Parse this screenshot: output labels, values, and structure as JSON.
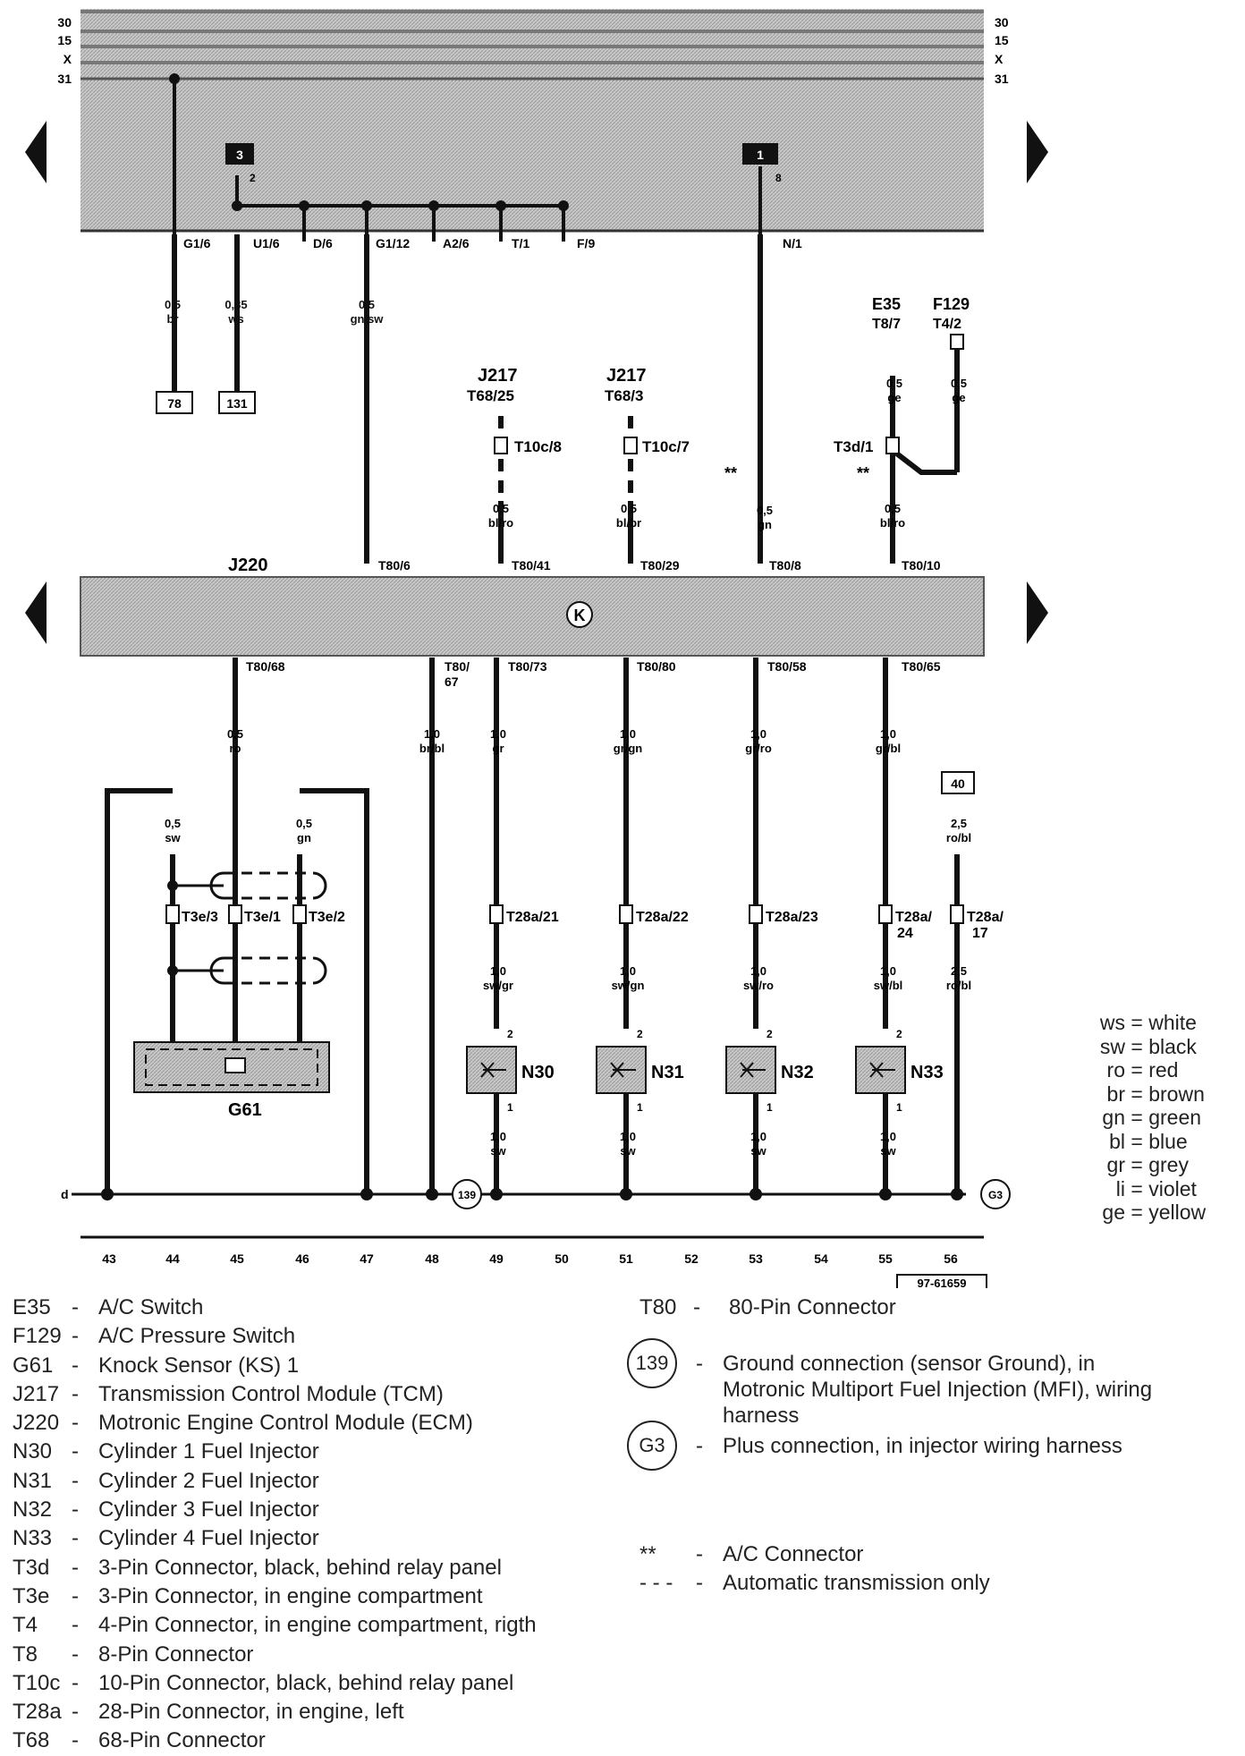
{
  "rails": {
    "r30": "30",
    "r15": "15",
    "rX": "X",
    "r31": "31"
  },
  "fuses": {
    "fuse3": "3",
    "fuse1": "1",
    "fuse3_pin": "2",
    "fuse1_pin": "8"
  },
  "relay_terminals": [
    "G1/6",
    "U1/6",
    "D/6",
    "G1/12",
    "A2/6",
    "T/1",
    "F/9",
    "N/1"
  ],
  "top_wires": [
    {
      "size": "0,5",
      "color": "br",
      "target": "78"
    },
    {
      "size": "0,35",
      "color": "ws",
      "target": "131"
    },
    {
      "size": "0,5",
      "color": "gn/sw"
    }
  ],
  "modules": {
    "j220": "J220",
    "j217a": "J217",
    "j217b": "J217",
    "t68_25": "T68/25",
    "t68_3": "T68/3",
    "t10c_8": "T10c/8",
    "t10c_7": "T10c/7",
    "e35": "E35",
    "t8_7": "T8/7",
    "f129": "F129",
    "t4_2": "T4/2",
    "t3d_1": "T3d/1",
    "stars1": "**",
    "stars2": "**"
  },
  "mid_wires": [
    {
      "size": "0,5",
      "color": "bl/ro"
    },
    {
      "size": "0,5",
      "color": "bl/br"
    },
    {
      "size": "0,5",
      "color": "gn"
    },
    {
      "size": "0,5",
      "color": "bl/ro"
    },
    {
      "size": "0,5",
      "color": "ge"
    },
    {
      "size": "0,5",
      "color": "ge"
    }
  ],
  "ecm_pins_top": [
    "T80/6",
    "T80/41",
    "T80/29",
    "T80/8",
    "T80/10"
  ],
  "ecm_pins_bottom": [
    "T80/68",
    "T80/",
    "67",
    "T80/73",
    "T80/80",
    "T80/58",
    "T80/65"
  ],
  "low_wires": [
    {
      "size": "0,5",
      "color": "ro"
    },
    {
      "size": "1,0",
      "color": "br/bl"
    },
    {
      "size": "1,0",
      "color": "gr"
    },
    {
      "size": "1,0",
      "color": "gr/gn"
    },
    {
      "size": "1,0",
      "color": "gr/ro"
    },
    {
      "size": "1,0",
      "color": "gr/bl"
    },
    {
      "size": "0,5",
      "color": "sw"
    },
    {
      "size": "0,5",
      "color": "gn"
    },
    {
      "size": "2,5",
      "color": "ro/bl"
    }
  ],
  "box40": "40",
  "t3e": [
    "T3e/3",
    "T3e/1",
    "T3e/2"
  ],
  "t28a": [
    "T28a/21",
    "T28a/22",
    "T28a/23",
    "T28a/",
    "24",
    "T28a/",
    "17"
  ],
  "inj_wires": [
    {
      "size": "1,0",
      "color": "sw/gr"
    },
    {
      "size": "1,0",
      "color": "sw/gn"
    },
    {
      "size": "1,0",
      "color": "sw/ro"
    },
    {
      "size": "1,0",
      "color": "sw/bl"
    },
    {
      "size": "2,5",
      "color": "ro/bl"
    }
  ],
  "injectors": [
    "N30",
    "N31",
    "N32",
    "N33"
  ],
  "inj_pins": {
    "p2": "2",
    "p1": "1"
  },
  "gnd_wires": [
    {
      "size": "1,0",
      "color": "sw"
    },
    {
      "size": "1,0",
      "color": "sw"
    },
    {
      "size": "1,0",
      "color": "sw"
    },
    {
      "size": "1,0",
      "color": "sw"
    }
  ],
  "sensor": "G61",
  "ecm_symbol": "K",
  "ground_d": "d",
  "conn139": "139",
  "connG3": "G3",
  "columns": [
    "43",
    "44",
    "45",
    "46",
    "47",
    "48",
    "49",
    "50",
    "51",
    "52",
    "53",
    "54",
    "55",
    "56"
  ],
  "figure_id": "97-61659",
  "colors": {
    "ws": "white",
    "sw": "black",
    "ro": "red",
    "br": "brown",
    "gn": "green",
    "bl": "blue",
    "gr": "grey",
    "li": "violet",
    "ge": "yellow"
  },
  "legend_left": [
    {
      "code": "E35",
      "desc": "A/C Switch"
    },
    {
      "code": "F129",
      "desc": "A/C  Pressure Switch"
    },
    {
      "code": "G61",
      "desc": "Knock Sensor (KS) 1"
    },
    {
      "code": "J217",
      "desc": "Transmission Control Module (TCM)"
    },
    {
      "code": "J220",
      "desc": "Motronic Engine Control Module (ECM)"
    },
    {
      "code": "N30",
      "desc": "Cylinder 1 Fuel Injector"
    },
    {
      "code": "N31",
      "desc": "Cylinder 2 Fuel Injector"
    },
    {
      "code": "N32",
      "desc": "Cylinder 3 Fuel Injector"
    },
    {
      "code": "N33",
      "desc": "Cylinder 4 Fuel Injector"
    },
    {
      "code": "T3d",
      "desc": "3-Pin Connector, black, behind relay panel"
    },
    {
      "code": "T3e",
      "desc": "3-Pin Connector, in engine compartment"
    },
    {
      "code": "T4",
      "desc": "4-Pin Connector, in engine compartment, rigth"
    },
    {
      "code": "T8",
      "desc": "8-Pin Connector"
    },
    {
      "code": "T10c",
      "desc": "10-Pin Connector, black, behind relay panel"
    },
    {
      "code": "T28a",
      "desc": "28-Pin Connector, in engine, left"
    },
    {
      "code": "T68",
      "desc": "68-Pin Connector"
    }
  ],
  "legend_right": {
    "t80": {
      "code": "T80",
      "desc": "80-Pin Connector"
    },
    "c139": {
      "sym": "139",
      "l1": "Ground connection (sensor Ground), in",
      "l2": "Motronic Multiport Fuel Injection (MFI), wiring",
      "l3": "harness"
    },
    "cG3": {
      "sym": "G3",
      "desc": "Plus connection, in injector wiring harness"
    },
    "stars": {
      "sym": "**",
      "desc": "A/C Connector"
    },
    "dashes": {
      "sym": "- - -",
      "desc": "Automatic transmission only"
    }
  },
  "dash": "-",
  "eq": "="
}
